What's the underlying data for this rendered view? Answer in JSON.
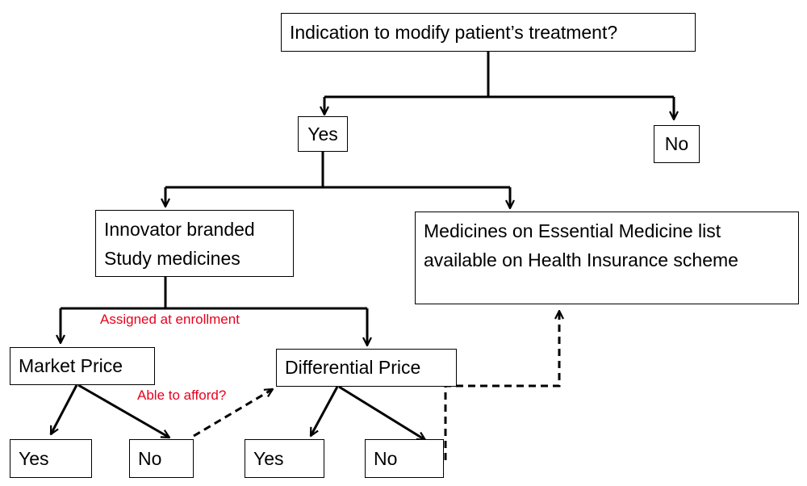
{
  "diagram": {
    "colors": {
      "stroke": "#000000",
      "annotation": "#e8001c",
      "background": "#ffffff"
    },
    "nodes": {
      "question": {
        "text": "Indication to modify patient’s treatment?"
      },
      "yes_top": {
        "text": "Yes"
      },
      "no_top": {
        "text": "No"
      },
      "innovator": {
        "lines": [
          "Innovator branded",
          "Study medicines"
        ]
      },
      "essential": {
        "lines": [
          "Medicines on Essential Medicine list",
          "available on Health Insurance scheme"
        ]
      },
      "market_price": {
        "text": "Market Price"
      },
      "differential_price": {
        "text": "Differential Price"
      },
      "market_yes": {
        "text": "Yes"
      },
      "market_no": {
        "text": "No"
      },
      "diff_yes": {
        "text": "Yes"
      },
      "diff_no": {
        "text": "No"
      }
    },
    "annotations": {
      "assigned": "Assigned at enrollment",
      "afford": "Able to afford?"
    }
  }
}
